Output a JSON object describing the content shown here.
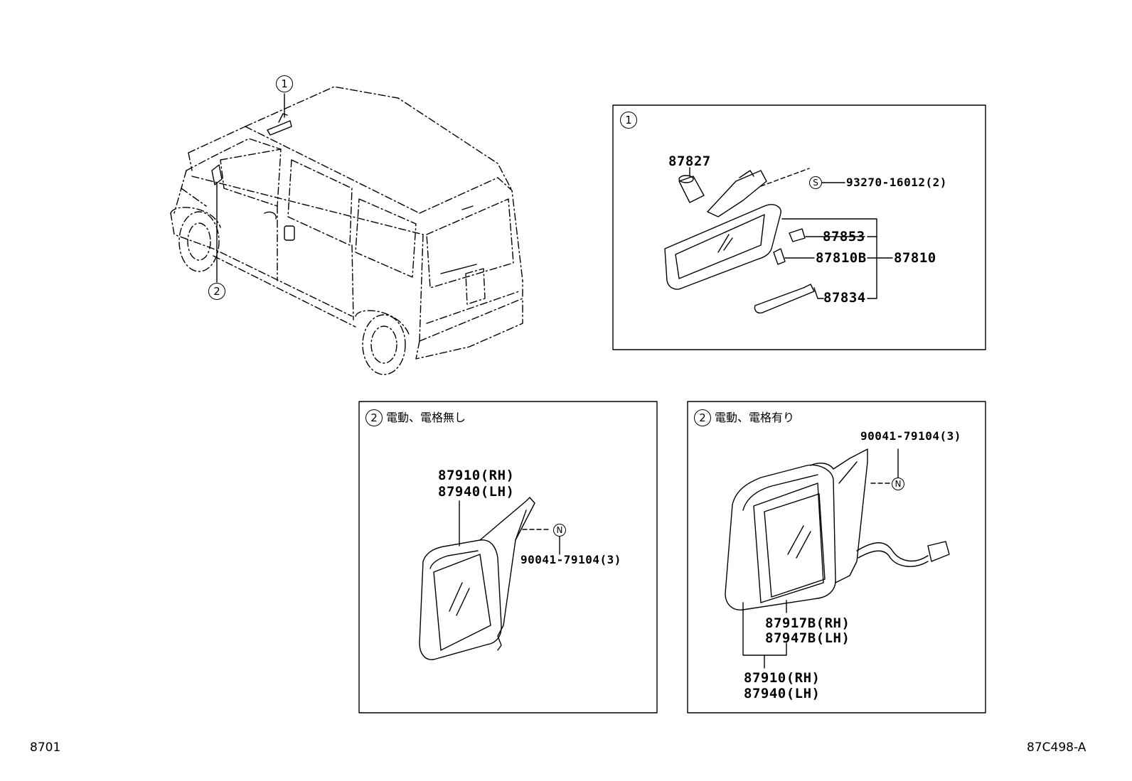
{
  "callouts": {
    "c1": "1",
    "c2": "2"
  },
  "panel_inner_mirror": {
    "callout": "1",
    "labels": {
      "p87827": "87827",
      "p93270": "93270-16012(2)",
      "p93270_symbol": "S",
      "p87853": "87853",
      "p87810b": "87810B",
      "p87810": "87810",
      "p87834": "87834"
    }
  },
  "panel_manual_mirror": {
    "callout": "2",
    "title": "電動、電格無し",
    "labels": {
      "p87910": "87910(RH)",
      "p87940": "87940(LH)",
      "p90041": "90041-79104(3)",
      "p90041_symbol": "N"
    }
  },
  "panel_power_mirror": {
    "callout": "2",
    "title": "電動、電格有り",
    "labels": {
      "p90041": "90041-79104(3)",
      "p90041_symbol": "N",
      "p87917b": "87917B(RH)",
      "p87947b": "87947B(LH)",
      "p87910": "87910(RH)",
      "p87940": "87940(LH)"
    }
  },
  "footer": {
    "page_code": "8701",
    "figure_code": "87C498-A"
  }
}
